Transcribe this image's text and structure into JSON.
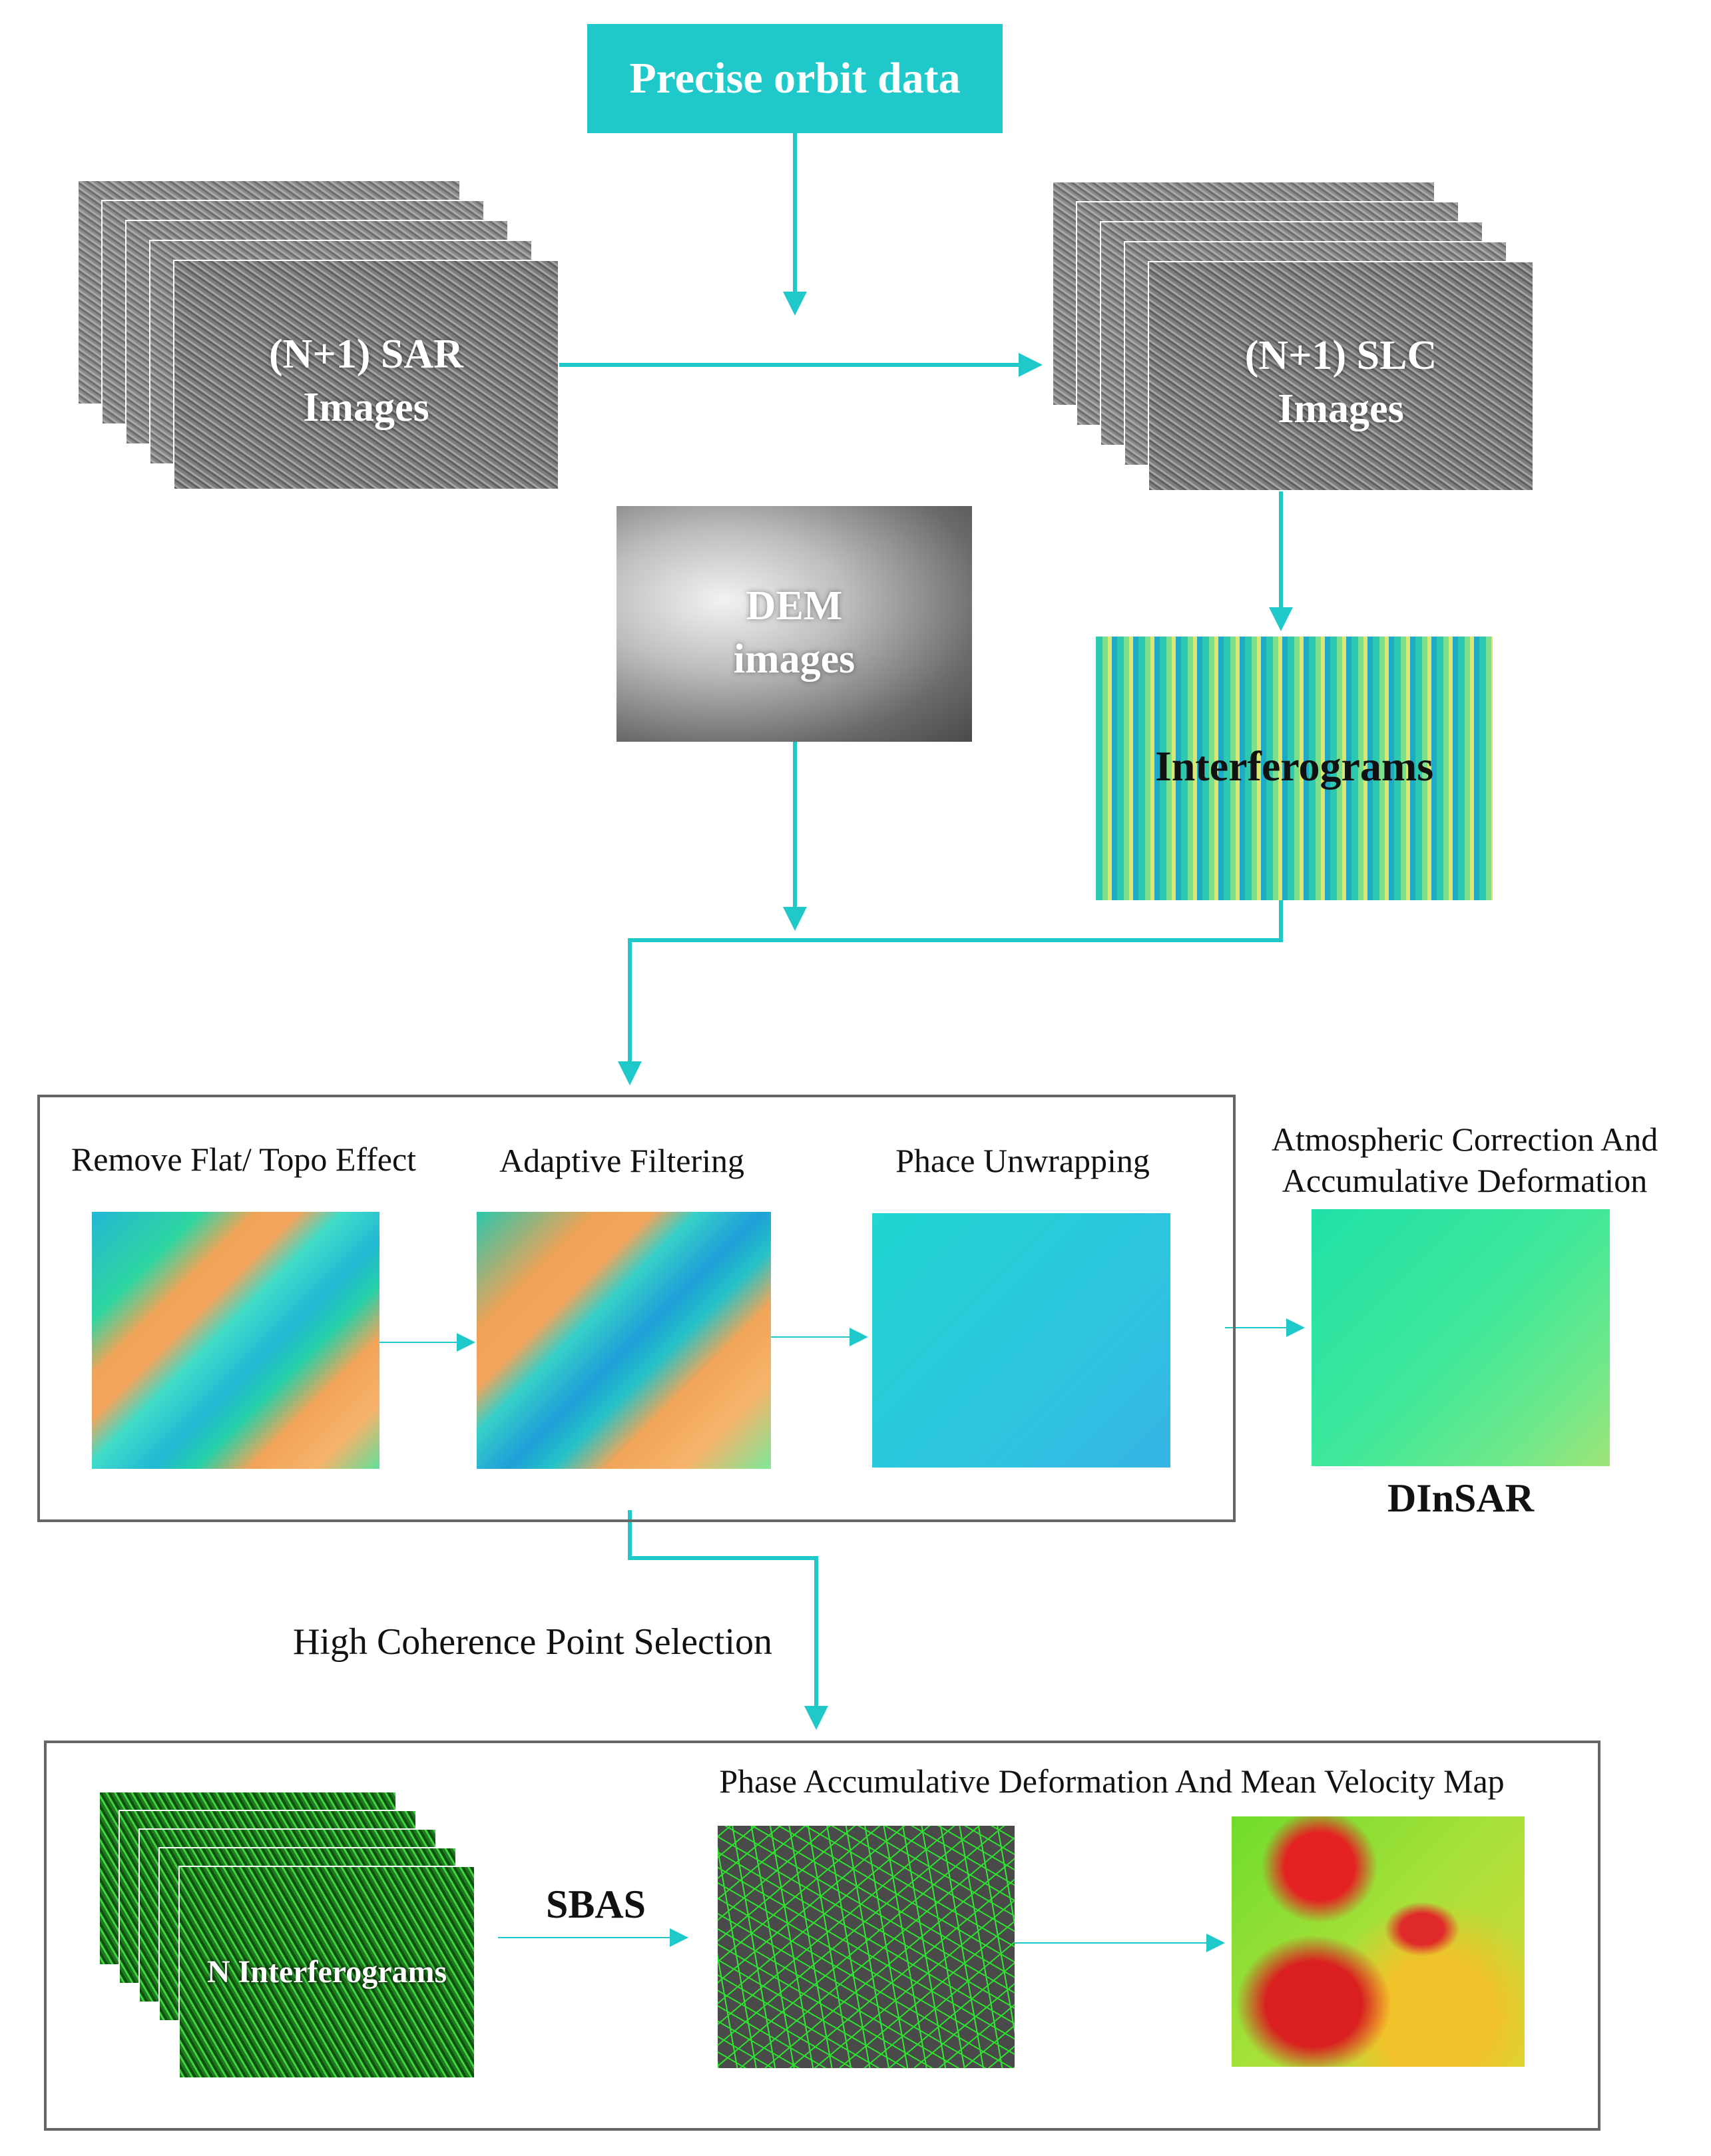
{
  "nodes": {
    "orbit": "Precise orbit data",
    "sar": [
      "(N+1) SAR",
      "Images"
    ],
    "slc": [
      "(N+1) SLC",
      "Images"
    ],
    "dem": [
      "DEM",
      "images"
    ],
    "interferograms": "Interferograms",
    "remove_flat": "Remove Flat/ Topo Effect",
    "adaptive": "Adaptive Filtering",
    "unwrapping": "Phace Unwrapping",
    "atmos": [
      "Atmospheric Correction And",
      "Accumulative Deformation"
    ],
    "dinsar": "DInSAR",
    "hcps": "High Coherence Point Selection",
    "phase_acc": "Phase Accumulative Deformation And Mean Velocity Map",
    "sbas": "SBAS",
    "n_interf": "N Interferograms"
  },
  "colors": {
    "accent": "#20c9c9",
    "frame": "#666666"
  }
}
